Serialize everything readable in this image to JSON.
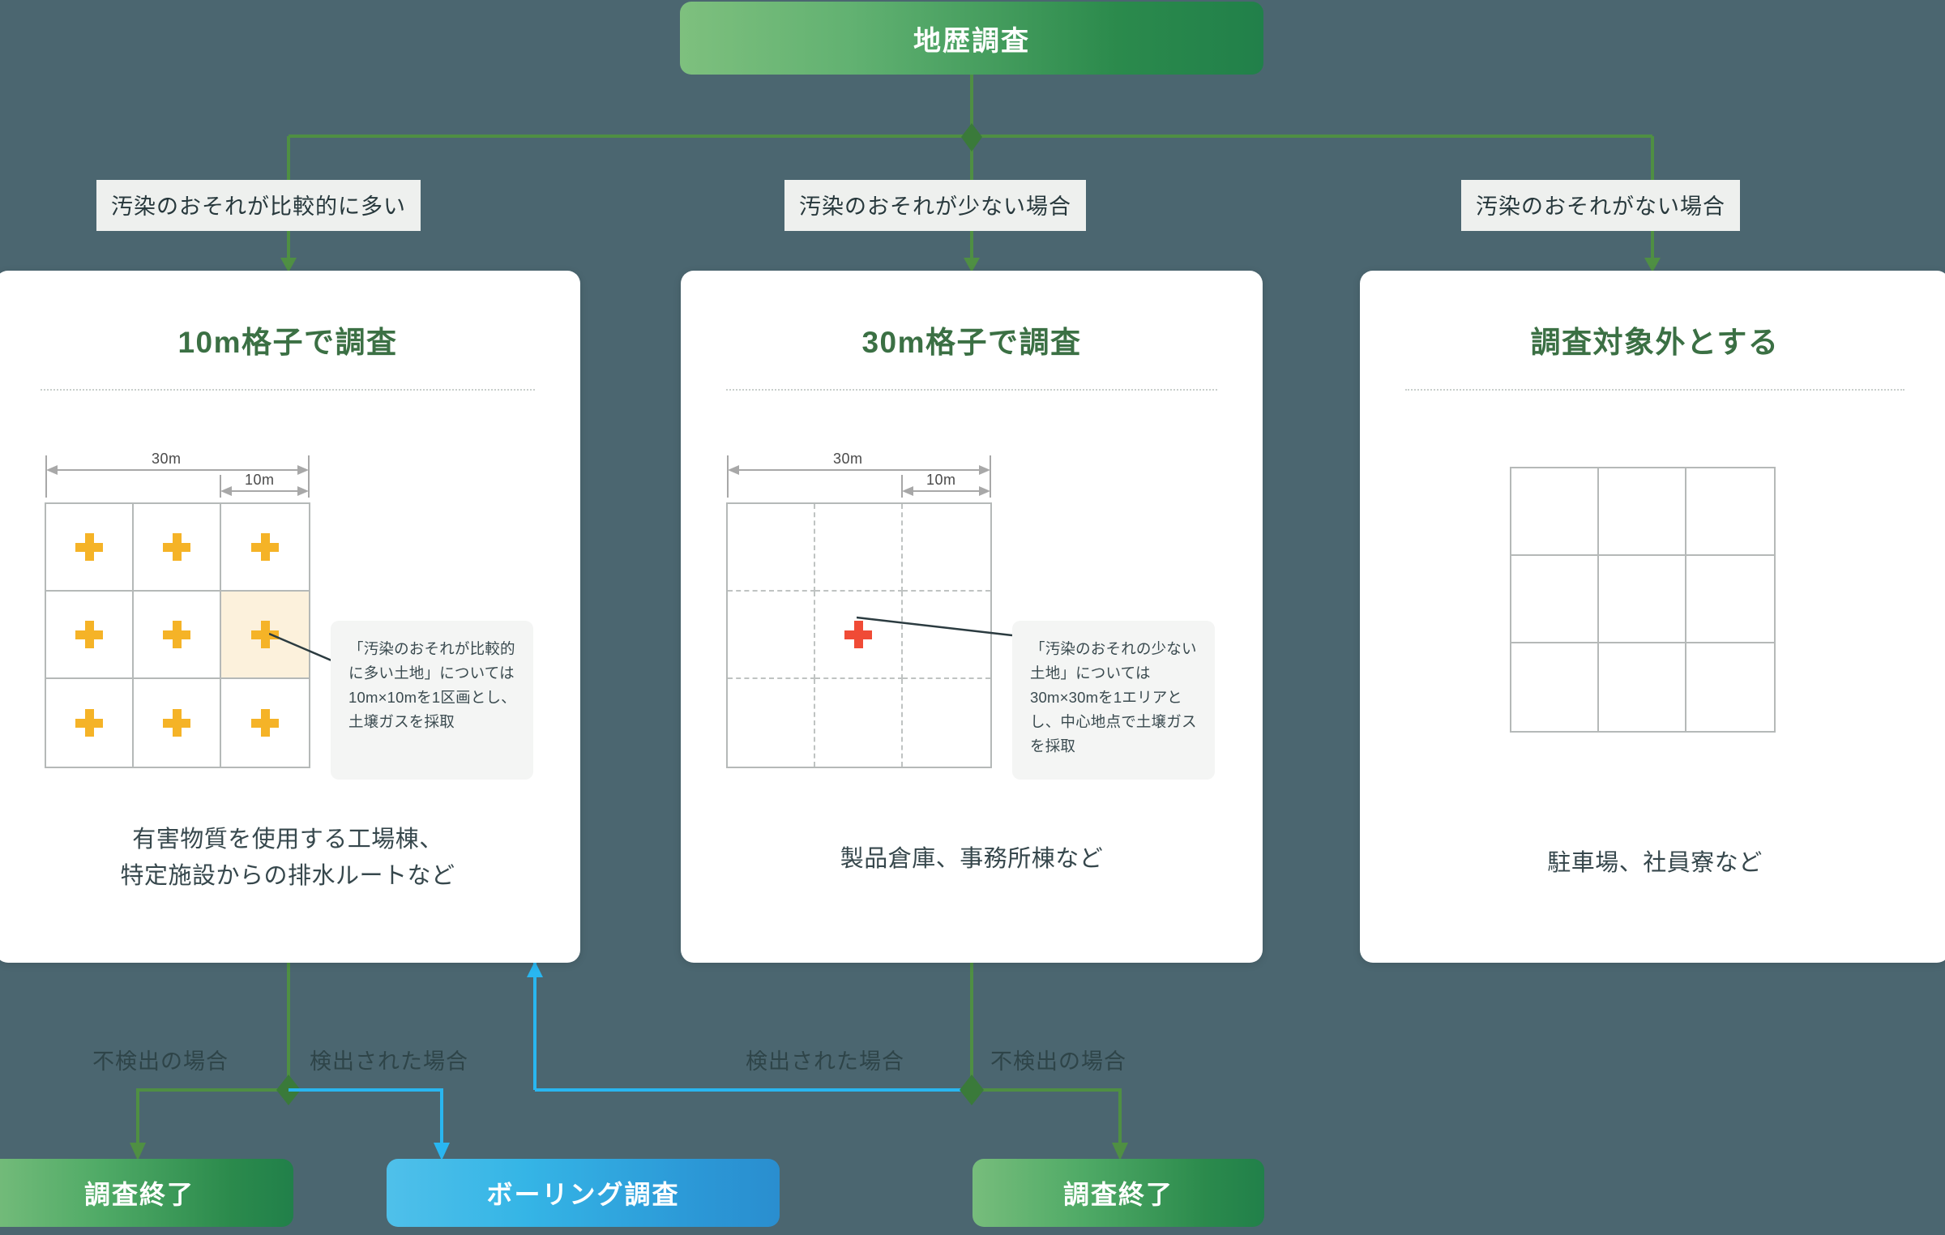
{
  "colors": {
    "page_background": "#4b6670",
    "card_background": "#ffffff",
    "title_green": "#3b7044",
    "node_green_light": "#7ec07e",
    "node_green_dark": "#21804a",
    "terminal_blue_light": "#4fc0ea",
    "terminal_blue_dark": "#2a8ecf",
    "cross_orange": "#f5b327",
    "cross_red": "#f04b36",
    "highlight_cell": "#fcf1dc",
    "label_chip_background": "#eef0ee",
    "callout_background": "#f4f5f4",
    "grid_line": "#b5b9b8",
    "green_wire": "#4f8f43",
    "blue_wire": "#29b6f0"
  },
  "flow": {
    "root": {
      "label": "地歴調査"
    },
    "branch_labels": [
      {
        "text": "汚染のおそれが比較的に多い"
      },
      {
        "text": "汚染のおそれが少ない場合"
      },
      {
        "text": "汚染のおそれがない場合"
      }
    ],
    "cards": [
      {
        "title": "10m格子で調査",
        "footer": "有害物質を使用する工場棟、\n特定施設からの排水ルートなど",
        "footer_line1": "有害物質を使用する工場棟、",
        "footer_line2": "特定施設からの排水ルートなど",
        "diagram": {
          "dim_outer": "30m",
          "dim_inner": "10m",
          "grid_style": "solid",
          "marks": 9,
          "mark_color": "orange",
          "highlighted_cell_index": 5
        },
        "callout": "「汚染のおそれが比較的に多い土地」については10m×10mを1区画とし、土壌ガスを採取"
      },
      {
        "title": "30m格子で調査",
        "footer_line1": "製品倉庫、事務所棟など",
        "footer_line2": "",
        "diagram": {
          "dim_outer": "30m",
          "dim_inner": "10m",
          "grid_style": "dashed",
          "marks": 1,
          "mark_color": "red",
          "highlighted_cell_index": null
        },
        "callout": "「汚染のおそれの少ない土地」については30m×30mを1エリアとし、中心地点で土壌ガスを採取"
      },
      {
        "title": "調査対象外とする",
        "footer_line1": "駐車場、社員寮など",
        "footer_line2": "",
        "diagram": {
          "dim_outer": "",
          "dim_inner": "",
          "grid_style": "solid",
          "marks": 0,
          "mark_color": "none",
          "highlighted_cell_index": null
        },
        "callout": ""
      }
    ],
    "bottom_labels": [
      {
        "text": "不検出の場合"
      },
      {
        "text": "検出された場合"
      },
      {
        "text": "検出された場合"
      },
      {
        "text": "不検出の場合"
      }
    ],
    "terminals": [
      {
        "label": "調査終了",
        "color": "green"
      },
      {
        "label": "ボーリング調査",
        "color": "blue"
      },
      {
        "label": "調査終了",
        "color": "green"
      }
    ]
  }
}
